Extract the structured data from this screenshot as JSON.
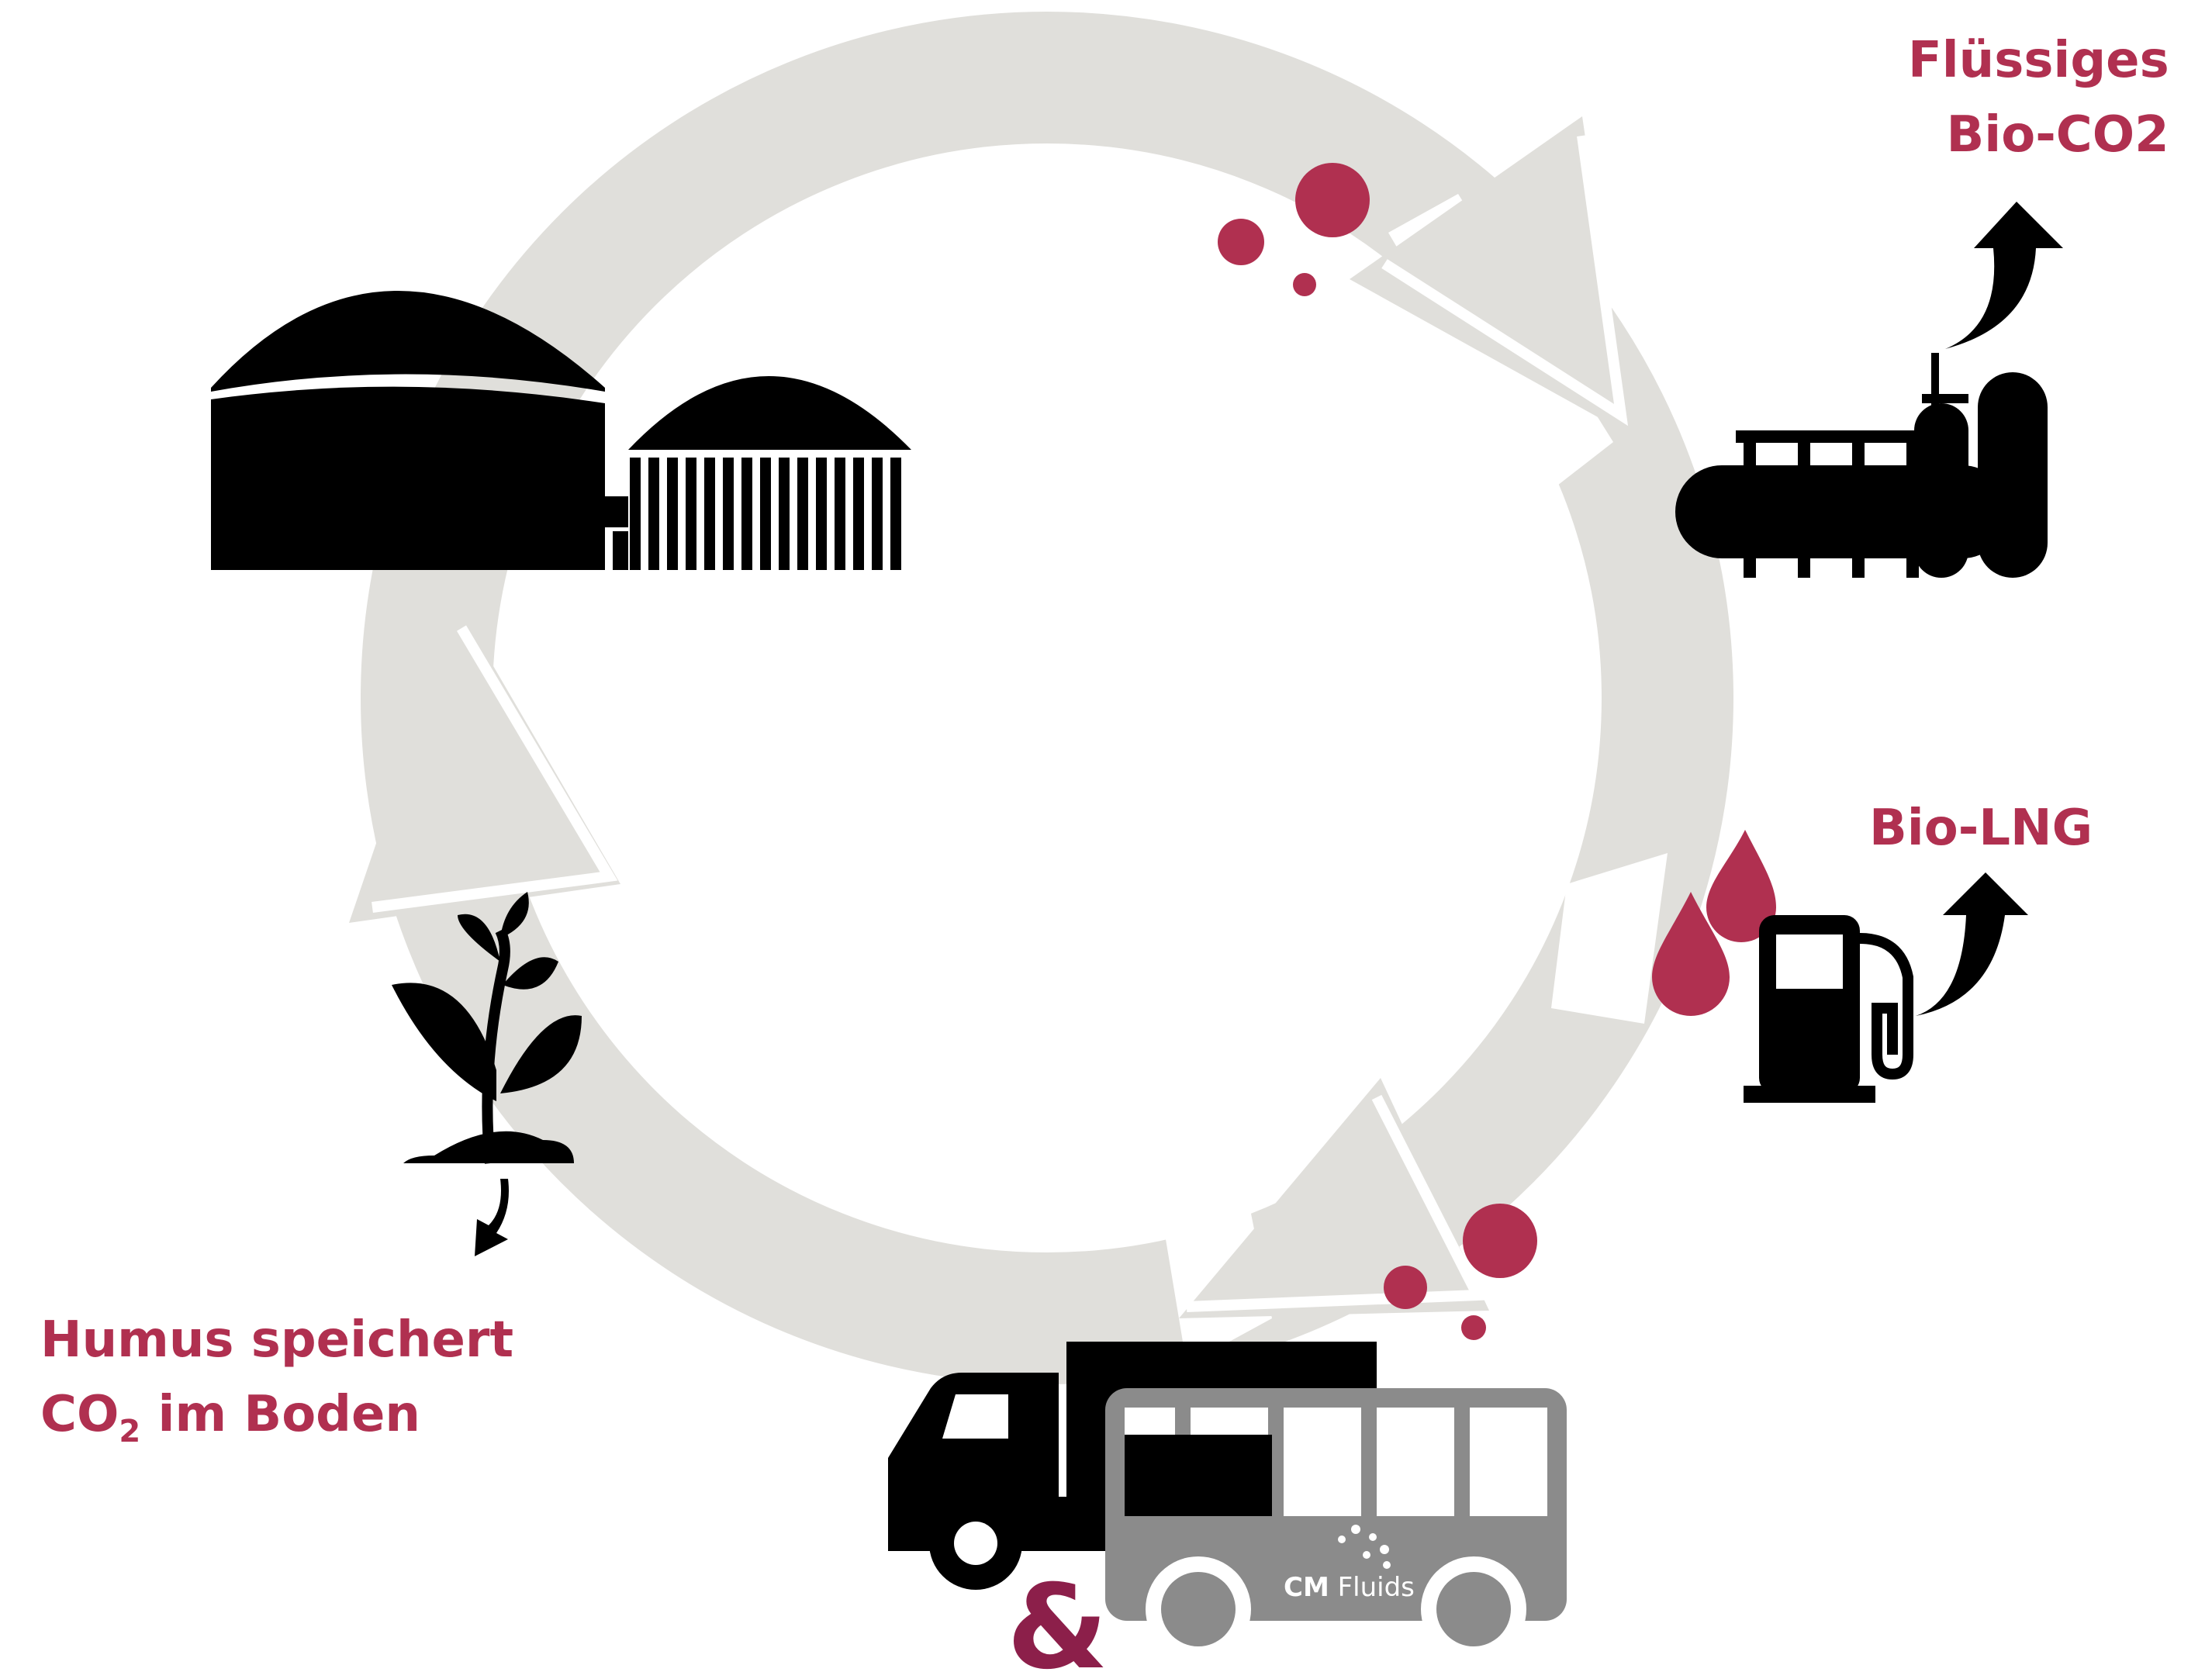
{
  "colors": {
    "accent": "#b03050",
    "cycle_gray": "#e0dfdb",
    "icon_black": "#000000",
    "bus_gray": "#8b8b8b",
    "ampersand": "#8c1f4a"
  },
  "labels": {
    "co2_line1": "Flüssiges",
    "co2_line2": "Bio-CO2",
    "lng": "Bio-LNG",
    "humus_line1": "Humus speichert",
    "humus_line2_prefix": "CO",
    "humus_line2_sub": "2",
    "humus_line2_suffix": " im Boden"
  },
  "bus_logo": {
    "brand_bold": "CM",
    "brand_rest": " Fluids"
  },
  "ampersand": "&",
  "icons": [
    "biogas-plant-icon",
    "liquefaction-tank-icon",
    "fuel-pump-icon",
    "truck-icon",
    "bus-icon",
    "plant-icon"
  ]
}
